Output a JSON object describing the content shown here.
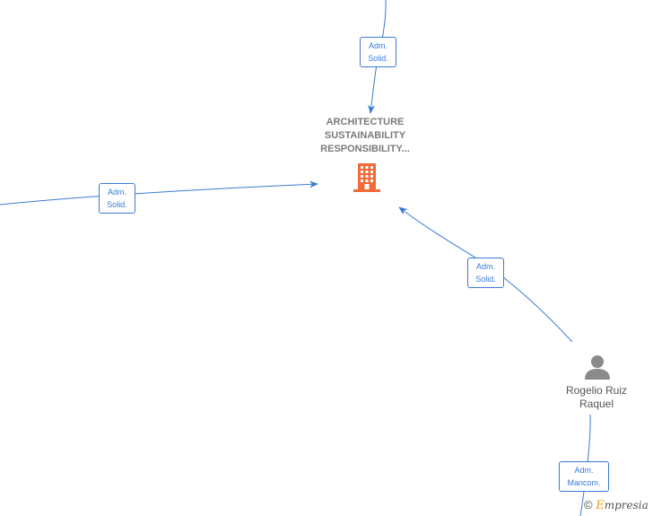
{
  "company": {
    "name_lines": [
      "ARCHITECTURE",
      "SUSTAINABILITY",
      "RESPONSIBILITY..."
    ],
    "icon": "building-icon",
    "icon_color": "#f26a3a"
  },
  "person": {
    "name_lines": [
      "Rogelio Ruiz",
      "Raquel"
    ],
    "icon": "person-icon",
    "icon_color": "#8a8a8a"
  },
  "edges": [
    {
      "role_lines": [
        "Adm.",
        "Solid."
      ]
    },
    {
      "role_lines": [
        "Adm.",
        "Solid."
      ]
    },
    {
      "role_lines": [
        "Adm.",
        "Solid."
      ]
    },
    {
      "role_lines": [
        "Adm.",
        "Mancom."
      ]
    }
  ],
  "edge_color": "#3a7bd5",
  "watermark": {
    "symbol": "©",
    "brand_initial": "E",
    "brand_rest": "mpresia"
  }
}
